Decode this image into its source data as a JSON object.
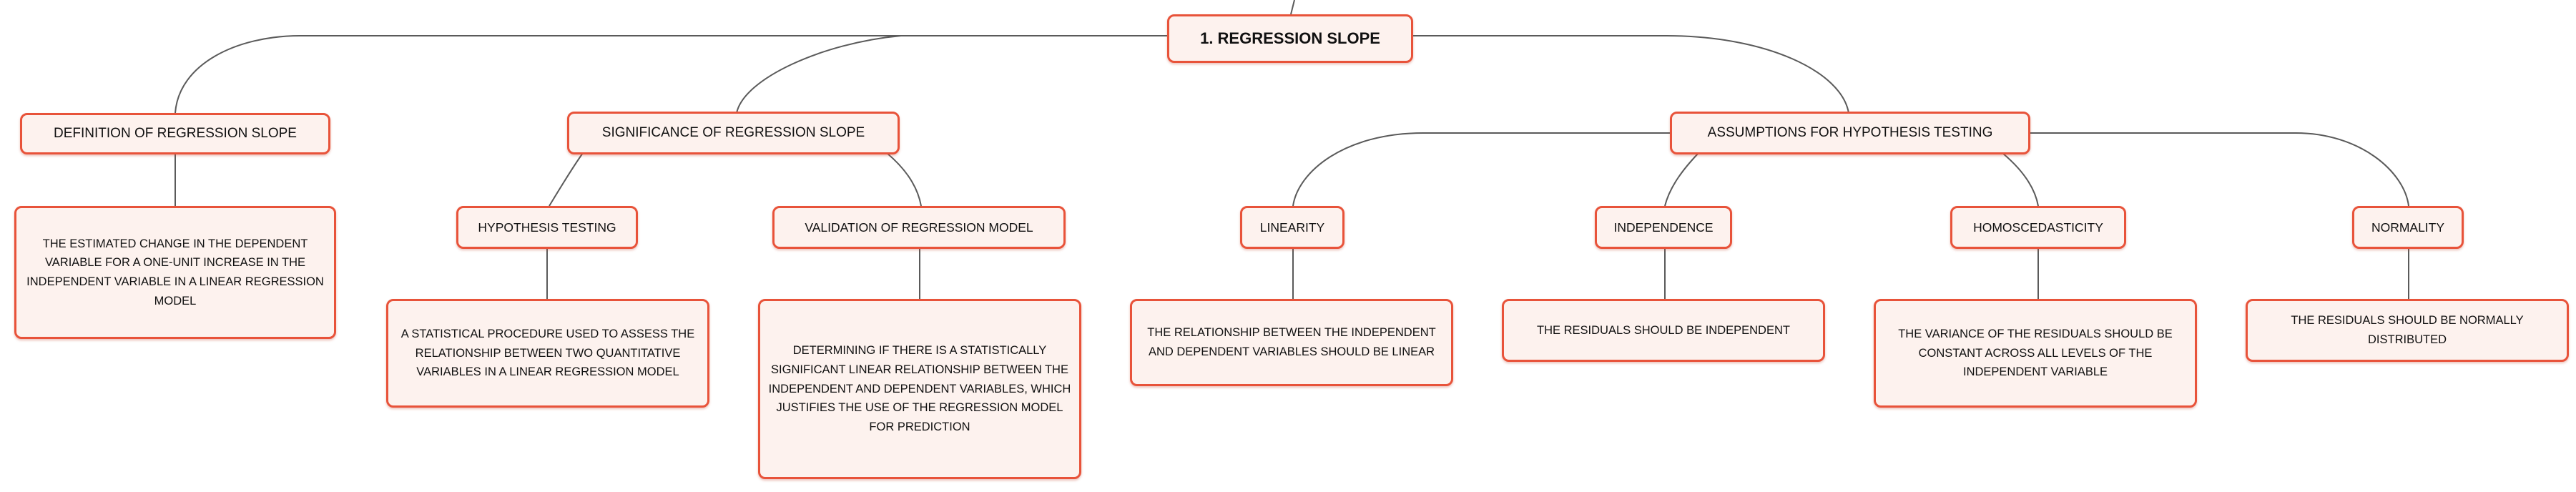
{
  "root": {
    "label": "1. REGRESSION SLOPE"
  },
  "branches": {
    "definition": {
      "label": "DEFINITION OF REGRESSION SLOPE",
      "description": "THE ESTIMATED CHANGE IN THE DEPENDENT VARIABLE FOR A ONE-UNIT INCREASE IN THE INDEPENDENT VARIABLE IN A LINEAR REGRESSION MODEL"
    },
    "significance": {
      "label": "SIGNIFICANCE OF REGRESSION SLOPE",
      "hypothesis_testing": {
        "label": "HYPOTHESIS TESTING",
        "description": "A STATISTICAL PROCEDURE USED TO ASSESS THE RELATIONSHIP BETWEEN TWO QUANTITATIVE VARIABLES IN A LINEAR REGRESSION MODEL"
      },
      "validation": {
        "label": "VALIDATION OF REGRESSION MODEL",
        "description": "DETERMINING IF THERE IS A STATISTICALLY SIGNIFICANT LINEAR RELATIONSHIP BETWEEN THE INDEPENDENT AND DEPENDENT VARIABLES, WHICH JUSTIFIES THE USE OF THE REGRESSION MODEL FOR PREDICTION"
      }
    },
    "assumptions": {
      "label": "ASSUMPTIONS FOR HYPOTHESIS TESTING",
      "linearity": {
        "label": "LINEARITY",
        "description": "THE RELATIONSHIP BETWEEN THE INDEPENDENT AND DEPENDENT VARIABLES SHOULD BE LINEAR"
      },
      "independence": {
        "label": "INDEPENDENCE",
        "description": "THE RESIDUALS SHOULD BE INDEPENDENT"
      },
      "homoscedasticity": {
        "label": "HOMOSCEDASTICITY",
        "description": "THE VARIANCE OF THE RESIDUALS SHOULD BE CONSTANT ACROSS ALL LEVELS OF THE INDEPENDENT VARIABLE"
      },
      "normality": {
        "label": "NORMALITY",
        "description": "THE RESIDUALS SHOULD BE NORMALLY DISTRIBUTED"
      }
    }
  },
  "colors": {
    "node_border": "#e8533a",
    "node_fill": "#fdf2ee",
    "connector": "#5a5a5a"
  }
}
